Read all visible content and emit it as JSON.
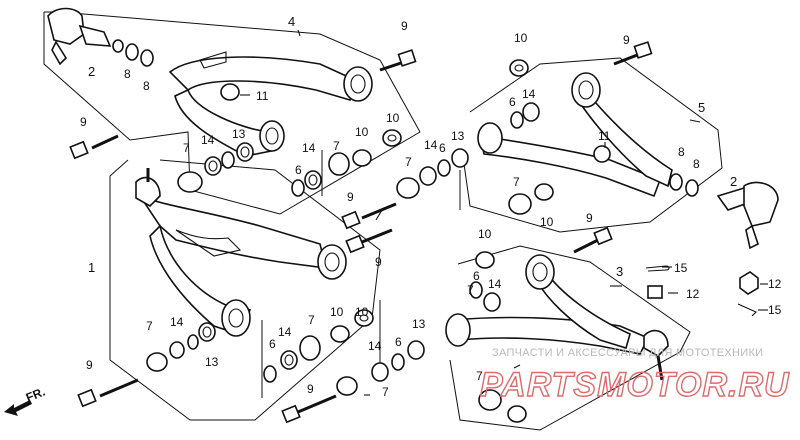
{
  "diagram": {
    "callouts": {
      "c1": "1",
      "c2a": "2",
      "c2b": "2",
      "c3": "3",
      "c4": "4",
      "c5": "5",
      "c6a": "6",
      "c6b": "6",
      "c6c": "6",
      "c6d": "6",
      "c6e": "6",
      "c6f": "6",
      "c7a": "7",
      "c7b": "7",
      "c7c": "7",
      "c7d": "7",
      "c7e": "7",
      "c7f": "7",
      "c7g": "7",
      "c7h": "7",
      "c7i": "7",
      "c8a": "8",
      "c8b": "8",
      "c8c": "8",
      "c8d": "8",
      "c9a": "9",
      "c9b": "9",
      "c9c": "9",
      "c9d": "9",
      "c9e": "9",
      "c9f": "9",
      "c9g": "9",
      "c9h": "9",
      "c10a": "10",
      "c10b": "10",
      "c10c": "10",
      "c10d": "10",
      "c10e": "10",
      "c10f": "10",
      "c10g": "10",
      "c11a": "11",
      "c11b": "11",
      "c12a": "12",
      "c12b": "12",
      "c13a": "13",
      "c13b": "13",
      "c13c": "13",
      "c13d": "13",
      "c14a": "14",
      "c14b": "14",
      "c14c": "14",
      "c14d": "14",
      "c14e": "14",
      "c14f": "14",
      "c14g": "14",
      "c15a": "15",
      "c15b": "15"
    },
    "direction_label": "FR.",
    "watermark_line1": "ЗАПЧАСТИ И АКСЕССУАРЫ ДЛЯ МОТОТЕХНИКИ",
    "watermark_line2": "PARTSMOTOR.RU",
    "watermark_color": "#e06a6a"
  }
}
